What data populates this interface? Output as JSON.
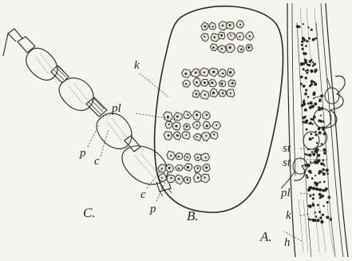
{
  "figure": {
    "panels": [
      {
        "id": "C",
        "label": "C."
      },
      {
        "id": "B",
        "label": "B."
      },
      {
        "id": "A",
        "label": "A."
      }
    ],
    "labels": {
      "k_B": "k",
      "pl_C": "pl",
      "p_C": "p",
      "c_C": "c",
      "c_B": "c",
      "p_B": "p",
      "st_1": "st",
      "st_2": "st",
      "pl_A": "pl",
      "k_A": "k",
      "h_A": "h"
    },
    "colors": {
      "ink": "#2a2826",
      "paper": "#f6f4ee"
    }
  }
}
